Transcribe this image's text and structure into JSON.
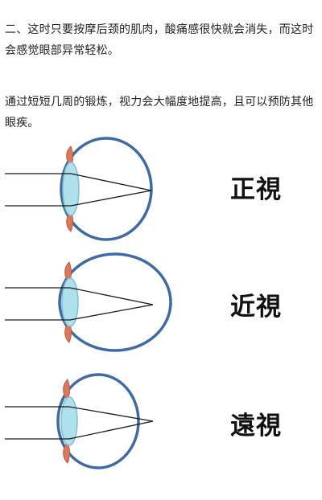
{
  "paragraphs": [
    "二、这时只要按摩后颈的肌肉，酸痛感很快就会消失，而这时会感觉眼部异常轻松。",
    "通过短短几周的锻炼，视力会大幅度地提高，且可以预防其他眼疾。"
  ],
  "diagrams": [
    {
      "label": "正視"
    },
    {
      "label": "近視"
    },
    {
      "label": "遠視"
    }
  ],
  "colors": {
    "eyeball_outline": "#3f6aa3",
    "lens_fill": "#aee1ec",
    "lens_stroke": "#7fbfd0",
    "iris_fill": "#d9785b",
    "ray": "#1a1a1a"
  }
}
